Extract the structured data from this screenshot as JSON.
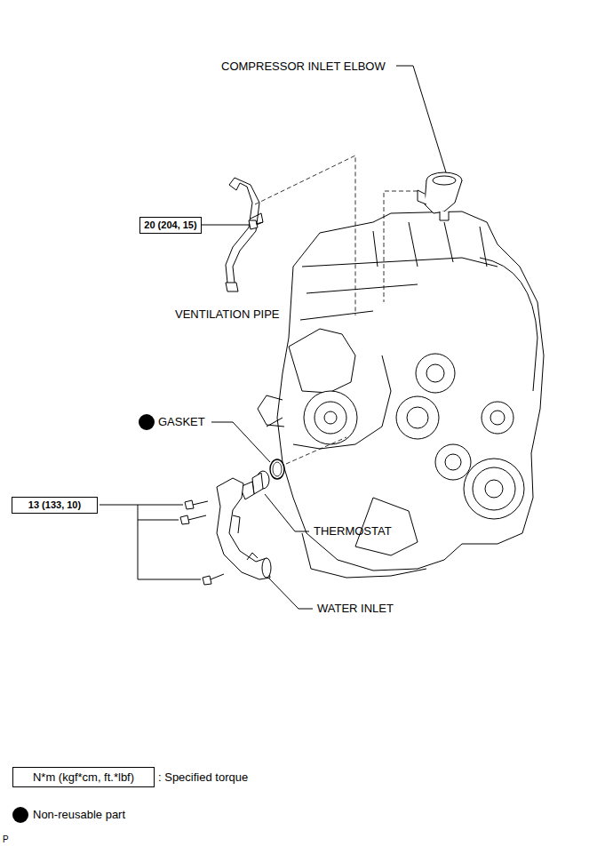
{
  "diagram": {
    "nodes": [
      {
        "text": [
          "20 (204, 15)"
        ]
      },
      {
        "text": [
          "13 (133, 10)"
        ]
      },
      {
        "text": [
          "N*m (kgf*cm, ft.*lbf)"
        ]
      }
    ],
    "labels": [
      "COMPRESSOR INLET ELBOW",
      "VENTILATION PIPE",
      "GASKET",
      "THERMOSTAT",
      "WATER INLET",
      "P"
    ],
    "legend": [
      {
        "text": ": Specified torque"
      },
      {
        "text": "Non-reusable part"
      }
    ]
  }
}
